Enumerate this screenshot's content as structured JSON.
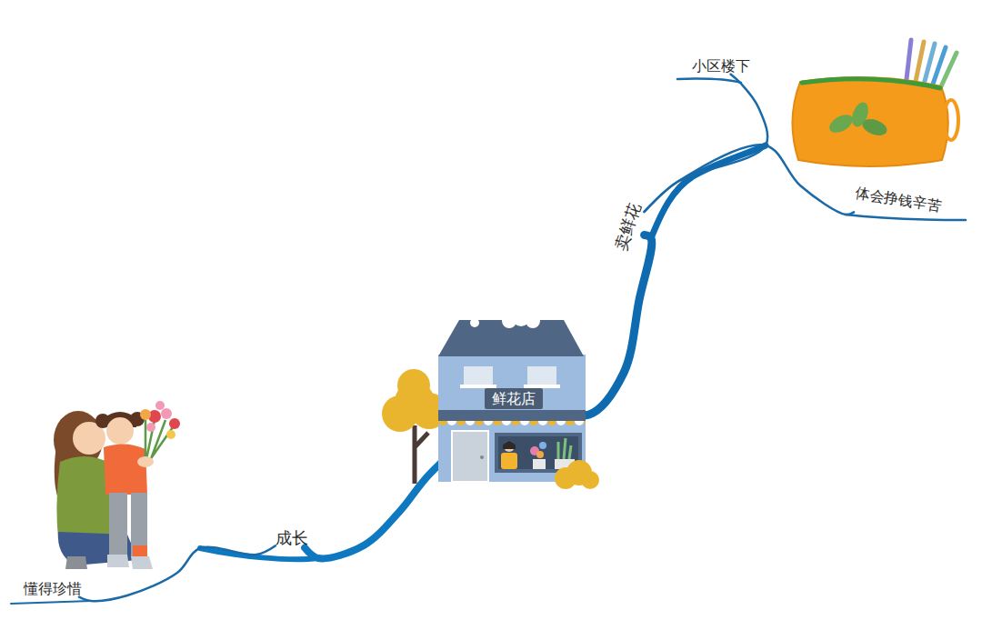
{
  "diagram": {
    "nodes": [
      {
        "text": [
          "鲜花店"
        ]
      },
      {
        "text": [
          "卖鲜花"
        ]
      },
      {
        "text": [
          "小区楼下"
        ]
      },
      {
        "text": [
          "体会挣钱辛苦"
        ]
      },
      {
        "text": [
          "成长"
        ]
      },
      {
        "text": [
          "懂得珍惜"
        ]
      }
    ],
    "edges": [
      {
        "from": 0,
        "to": 1,
        "arrow": "none"
      },
      {
        "from": 1,
        "to": 2,
        "arrow": "none"
      },
      {
        "from": 1,
        "to": 3,
        "arrow": "none"
      },
      {
        "from": 0,
        "to": 4,
        "arrow": "none"
      },
      {
        "from": 4,
        "to": 5,
        "arrow": "none"
      }
    ]
  }
}
